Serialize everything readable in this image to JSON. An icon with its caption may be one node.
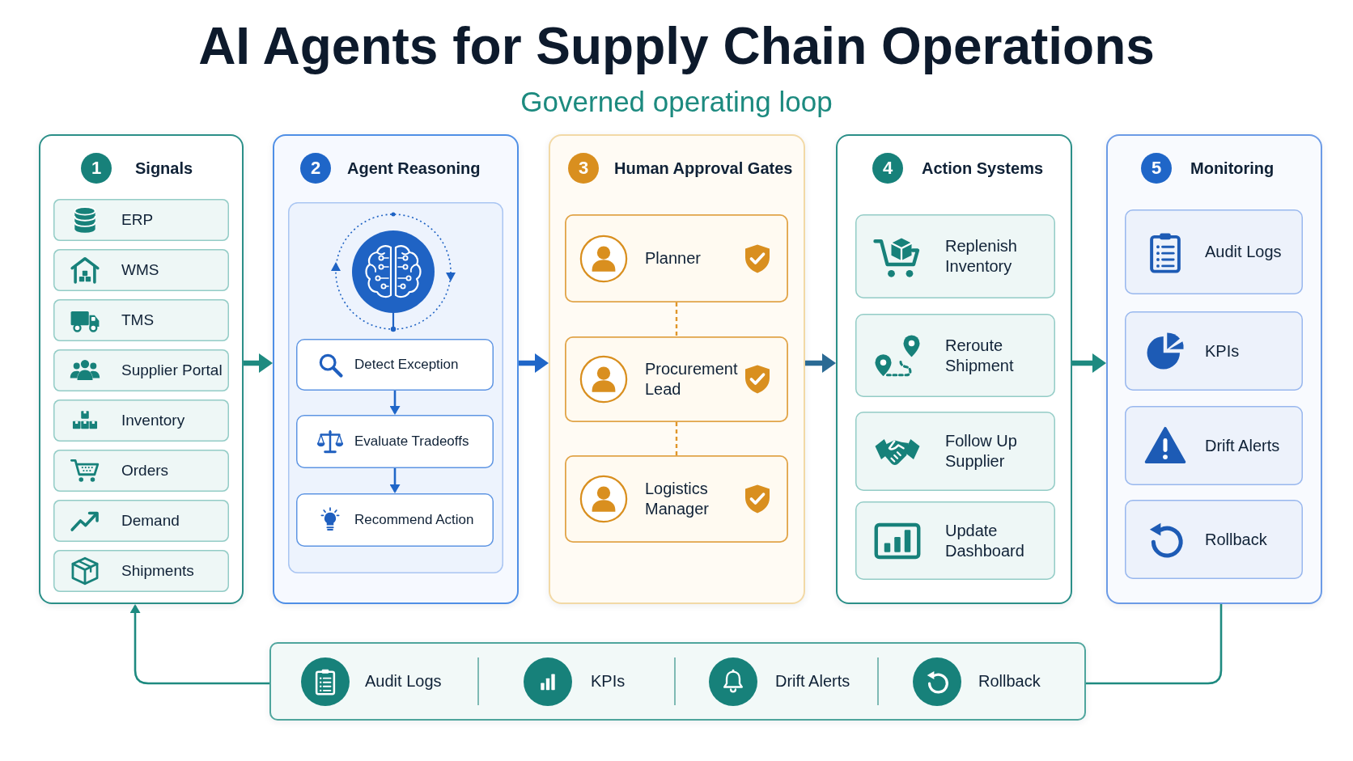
{
  "diagram": {
    "title": "AI Agents for Supply Chain Operations",
    "nodes": [
      {
        "text": [
          "Signals"
        ]
      },
      {
        "text": [
          "1"
        ],
        "in": 0
      },
      {
        "text": [
          "ERP"
        ],
        "in": 0
      },
      {
        "text": [
          "WMS"
        ],
        "in": 0
      },
      {
        "text": [
          "TMS"
        ],
        "in": 0
      },
      {
        "text": [
          "Supplier Portal"
        ],
        "in": 0
      },
      {
        "text": [
          "Inventory"
        ],
        "in": 0
      },
      {
        "text": [
          "Orders"
        ],
        "in": 0
      },
      {
        "text": [
          "Demand"
        ],
        "in": 0
      },
      {
        "text": [
          "Shipments"
        ],
        "in": 0
      },
      {
        "text": [
          "Agent Reasoning"
        ]
      },
      {
        "text": [
          "2"
        ],
        "in": 10
      },
      {
        "text": [],
        "shape": "box",
        "in": 10
      },
      {
        "text": [
          "Detect Exception"
        ],
        "in": 12
      },
      {
        "text": [
          "Evaluate Tradeoffs"
        ],
        "in": 12
      },
      {
        "text": [
          "Recommend Action"
        ],
        "in": 12
      },
      {
        "text": [
          "Human Approval Gates"
        ]
      },
      {
        "text": [
          "3"
        ],
        "in": 16
      },
      {
        "text": [
          "Planner"
        ],
        "in": 16
      },
      {
        "text": [
          "Procurement Lead"
        ],
        "in": 16
      },
      {
        "text": [
          "Logistics Manager"
        ],
        "in": 16
      },
      {
        "text": [
          "Action Systems"
        ]
      },
      {
        "text": [
          "4"
        ],
        "in": 21
      },
      {
        "text": [
          "Replenish Inventory"
        ],
        "in": 21
      },
      {
        "text": [
          "Reroute Shipment"
        ],
        "in": 21
      },
      {
        "text": [
          "Follow Up Supplier"
        ],
        "in": 21
      },
      {
        "text": [
          "Update Dashboard"
        ],
        "in": 21
      },
      {
        "text": [
          "Monitoring"
        ]
      },
      {
        "text": [
          "5"
        ],
        "in": 27
      },
      {
        "text": [
          "Audit Logs"
        ],
        "in": 27
      },
      {
        "text": [
          "KPIs"
        ],
        "in": 27
      },
      {
        "text": [
          "Drift Alerts"
        ],
        "in": 27
      },
      {
        "text": [
          "Rollback"
        ],
        "in": 27
      },
      {
        "text": [
          "Audit Logs",
          "KPIs",
          "Drift Alerts",
          "Rollback"
        ]
      }
    ],
    "edges": [
      {
        "from": 0,
        "to": 10,
        "arrow": "to",
        "style": "thick"
      },
      {
        "from": 10,
        "to": 16,
        "arrow": "to",
        "style": "thick",
        "color": "#1f66c8"
      },
      {
        "from": 16,
        "to": 21,
        "arrow": "to",
        "style": "thick",
        "color": "#2a6a94"
      },
      {
        "from": 21,
        "to": 27,
        "arrow": "to",
        "style": "thick"
      },
      {
        "from": 13,
        "to": 14,
        "arrow": "to",
        "color": "#1f66c8"
      },
      {
        "from": 14,
        "to": 15,
        "arrow": "to",
        "color": "#1f66c8"
      },
      {
        "from": 18,
        "to": 19,
        "arrow": "none",
        "style": "dashed",
        "color": "#e0962a"
      },
      {
        "from": 19,
        "to": 20,
        "arrow": "none",
        "style": "dashed",
        "color": "#e0962a"
      },
      {
        "from": 27,
        "to": 33,
        "arrow": "none"
      },
      {
        "from": 33,
        "to": 0,
        "arrow": "to"
      }
    ],
    "labels": [
      "Governed operating loop"
    ]
  }
}
